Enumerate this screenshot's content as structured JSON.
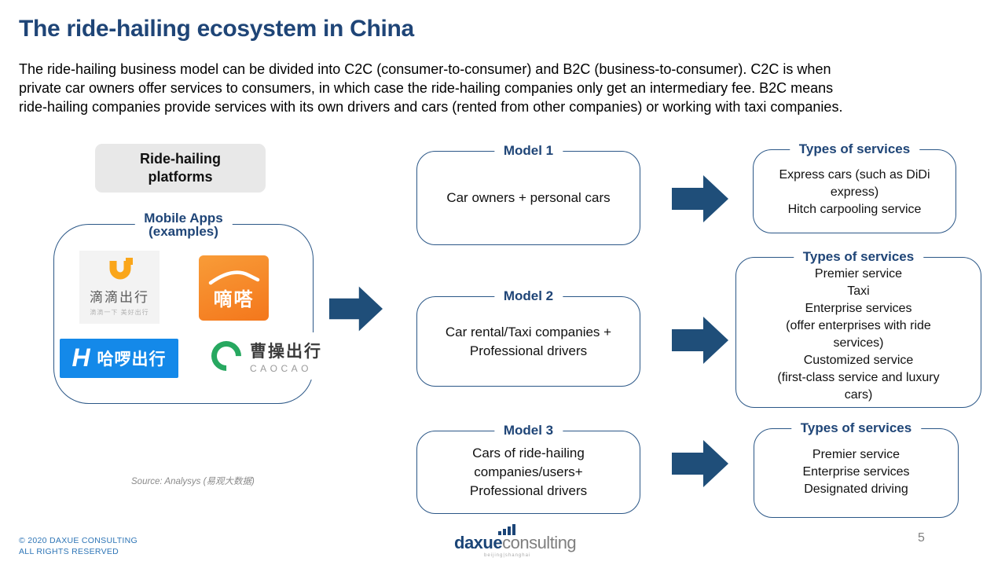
{
  "header": {
    "title": "The ride-hailing ecosystem in China",
    "paragraph": "The ride-hailing business model can be divided into C2C (consumer-to-consumer) and B2C (business-to-consumer). C2C is when\nprivate car owners offer services to consumers, in which case the ride-hailing companies only get an intermediary fee. B2C means\nride-hailing companies provide services with its own drivers and cars (rented from other companies) or working with taxi companies."
  },
  "platforms": {
    "box_label": "Ride-hailing\nplatforms",
    "apps_legend": "Mobile Apps\n(examples)",
    "apps": {
      "didi": {
        "text": "滴滴出行",
        "tagline": "滴滴一下 美好出行"
      },
      "dida": {
        "text": "嘀嗒"
      },
      "hello": {
        "h": "H",
        "text": "哈啰出行"
      },
      "caocao": {
        "text": "曹操出行",
        "subtext": "CAOCAO"
      }
    }
  },
  "models": [
    {
      "title": "Model 1",
      "body": "Car owners + personal cars"
    },
    {
      "title": "Model 2",
      "body": "Car rental/Taxi companies +\nProfessional drivers"
    },
    {
      "title": "Model 3",
      "body": "Cars of ride-hailing\ncompanies/users+\nProfessional drivers"
    }
  ],
  "services": [
    {
      "title": "Types of services",
      "body": "Express cars (such as DiDi\nexpress)\nHitch carpooling service"
    },
    {
      "title": "Types of services",
      "body": "Premier service\nTaxi\nEnterprise services\n(offer enterprises with ride\nservices)\nCustomized service\n(first-class service and luxury\ncars)"
    },
    {
      "title": "Types of services",
      "body": "Premier service\nEnterprise services\nDesignated driving"
    }
  ],
  "source": "Source: Analysys (易观大数据)",
  "footer": {
    "copyright_line1": "© 2020 DAXUE CONSULTING",
    "copyright_line2": "ALL RIGHTS RESERVED",
    "logo_primary": "daxue",
    "logo_secondary": "consulting",
    "logo_tagline": "beijing|shanghai",
    "page_number": "5"
  },
  "icons": {
    "flow_arrow": "right-block-arrow",
    "didi_logo": "orange-horseshoe-d",
    "dida_logo": "white-car-roofline",
    "caocao_logo": "green-c-ring",
    "logo_bars": "bar-chart"
  },
  "colors": {
    "title_navy": "#1F4577",
    "box_border": "#2B5787",
    "arrow_navy": "#1F4E79",
    "footer_blue": "#2E75B6",
    "platform_gray": "#E8E8E8",
    "didi_orange": "#FAA61A",
    "dida_orange": "#F6871F",
    "hello_blue": "#1489E9",
    "caocao_green": "#27A860"
  }
}
